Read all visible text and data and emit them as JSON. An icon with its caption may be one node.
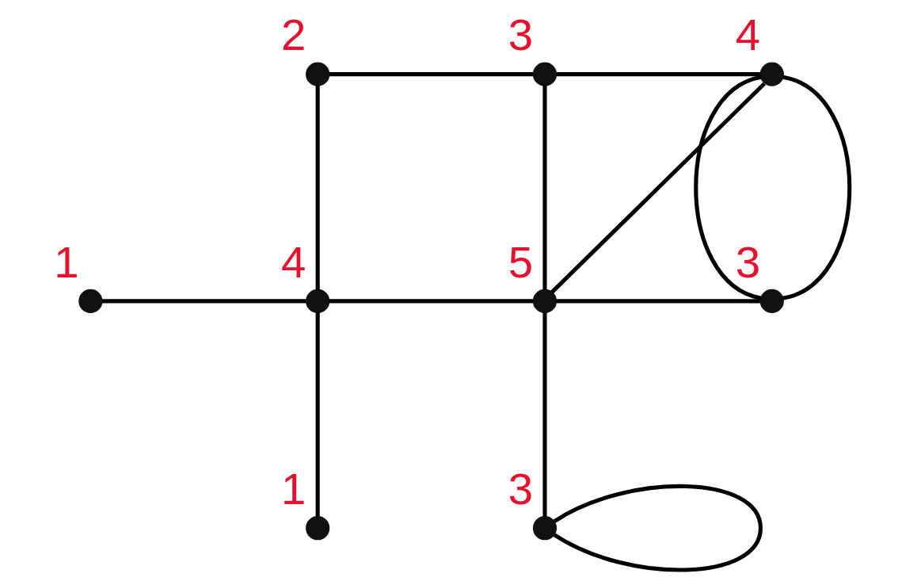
{
  "diagram": {
    "nodes": [
      {
        "text": [],
        "shape": "circle",
        "beside": [
          "2"
        ]
      },
      {
        "text": [],
        "shape": "circle",
        "beside": [
          "3"
        ]
      },
      {
        "text": [],
        "shape": "circle",
        "beside": [
          "4"
        ]
      },
      {
        "text": [],
        "shape": "circle",
        "beside": [
          "1"
        ]
      },
      {
        "text": [],
        "shape": "circle",
        "beside": [
          "4"
        ]
      },
      {
        "text": [],
        "shape": "circle",
        "beside": [
          "5"
        ]
      },
      {
        "text": [],
        "shape": "circle",
        "beside": [
          "3"
        ]
      },
      {
        "text": [],
        "shape": "circle",
        "beside": [
          "3"
        ]
      },
      {
        "text": [],
        "shape": "circle",
        "beside": [
          "1"
        ]
      }
    ],
    "edges": [
      {
        "from": 0,
        "to": 1,
        "arrow": "none"
      },
      {
        "from": 1,
        "to": 2,
        "arrow": "none"
      },
      {
        "from": 0,
        "to": 4,
        "arrow": "none"
      },
      {
        "from": 1,
        "to": 5,
        "arrow": "none"
      },
      {
        "from": 2,
        "to": 5,
        "arrow": "none"
      },
      {
        "from": 2,
        "to": 6,
        "arrow": "none"
      },
      {
        "from": 2,
        "to": 6,
        "arrow": "none"
      },
      {
        "from": 3,
        "to": 4,
        "arrow": "none"
      },
      {
        "from": 4,
        "to": 5,
        "arrow": "none"
      },
      {
        "from": 5,
        "to": 6,
        "arrow": "none"
      },
      {
        "from": 4,
        "to": 8,
        "arrow": "none"
      },
      {
        "from": 5,
        "to": 7,
        "arrow": "none"
      },
      {
        "from": 7,
        "to": 7,
        "arrow": "none"
      }
    ]
  }
}
